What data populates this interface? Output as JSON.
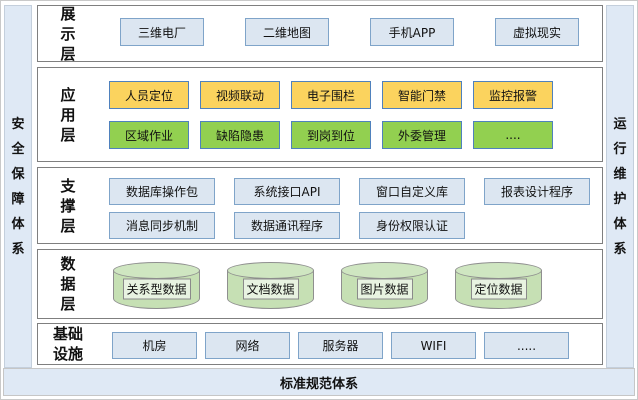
{
  "diagram_title": "layered-architecture-diagram",
  "palette": {
    "lightblue_fill": "#dce6f1",
    "lightblue_border": "#7fa4c9",
    "yellow_fill": "#fbd35e",
    "green_fill": "#92d050",
    "colored_border": "#4f81bd",
    "cylinder_fill": "#c6e0b4",
    "sidebar_fill": "#dfe9f5",
    "layer_border": "#7f7f7f"
  },
  "sidebars": {
    "left": {
      "text": "安全保障体系"
    },
    "right": {
      "text": "运行维护体系"
    }
  },
  "bottom_bar": {
    "label": "标准规范体系"
  },
  "layers": [
    {
      "id": "presentation",
      "label": "展示层",
      "rows": [
        {
          "style": "lightblue",
          "items": [
            "三维电厂",
            "二维地图",
            "手机APP",
            "虚拟现实"
          ]
        }
      ]
    },
    {
      "id": "application",
      "label": "应用层",
      "rows": [
        {
          "style": "yellow",
          "items": [
            "人员定位",
            "视频联动",
            "电子围栏",
            "智能门禁",
            "监控报警"
          ]
        },
        {
          "style": "green",
          "items": [
            "区域作业",
            "缺陷隐患",
            "到岗到位",
            "外委管理",
            "...."
          ]
        }
      ]
    },
    {
      "id": "support",
      "label": "支撑层",
      "rows": [
        {
          "style": "lightblue",
          "items": [
            "数据库操作包",
            "系统接口API",
            "窗口自定义库",
            "报表设计程序"
          ]
        },
        {
          "style": "lightblue",
          "items": [
            "消息同步机制",
            "数据通讯程序",
            "身份权限认证"
          ]
        }
      ]
    },
    {
      "id": "data",
      "label": "数据层",
      "rows": [
        {
          "style": "cylinder",
          "items": [
            "关系型数据",
            "文档数据",
            "图片数据",
            "定位数据"
          ]
        }
      ]
    },
    {
      "id": "infrastructure",
      "label": "基础设施",
      "rows": [
        {
          "style": "lightblue",
          "items": [
            "机房",
            "网络",
            "服务器",
            "WIFI",
            "....."
          ]
        }
      ]
    }
  ]
}
